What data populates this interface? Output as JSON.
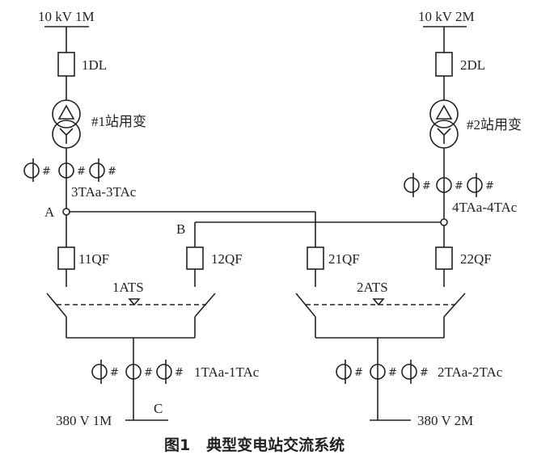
{
  "diagram": {
    "buses": {
      "hv_left": "10 kV 1M",
      "hv_right": "10 kV 2M",
      "lv_left": "380 V 1M",
      "lv_right": "380 V 2M"
    },
    "breakers": {
      "dl1": "1DL",
      "dl2": "2DL",
      "qf11": "11QF",
      "qf12": "12QF",
      "qf21": "21QF",
      "qf22": "22QF"
    },
    "transformers": {
      "t1": "#1站用变",
      "t2": "#2站用变"
    },
    "current_transformers": {
      "ct3": "3TAa-3TAc",
      "ct4": "4TAa-4TAc",
      "ct1": "1TAa-1TAc",
      "ct2": "2TAa-2TAc",
      "ct_mark": "#"
    },
    "ats": {
      "ats1": "1ATS",
      "ats2": "2ATS"
    },
    "nodes": {
      "a": "A",
      "b": "B",
      "c": "C"
    },
    "caption": "图1   典型变电站交流系统"
  }
}
